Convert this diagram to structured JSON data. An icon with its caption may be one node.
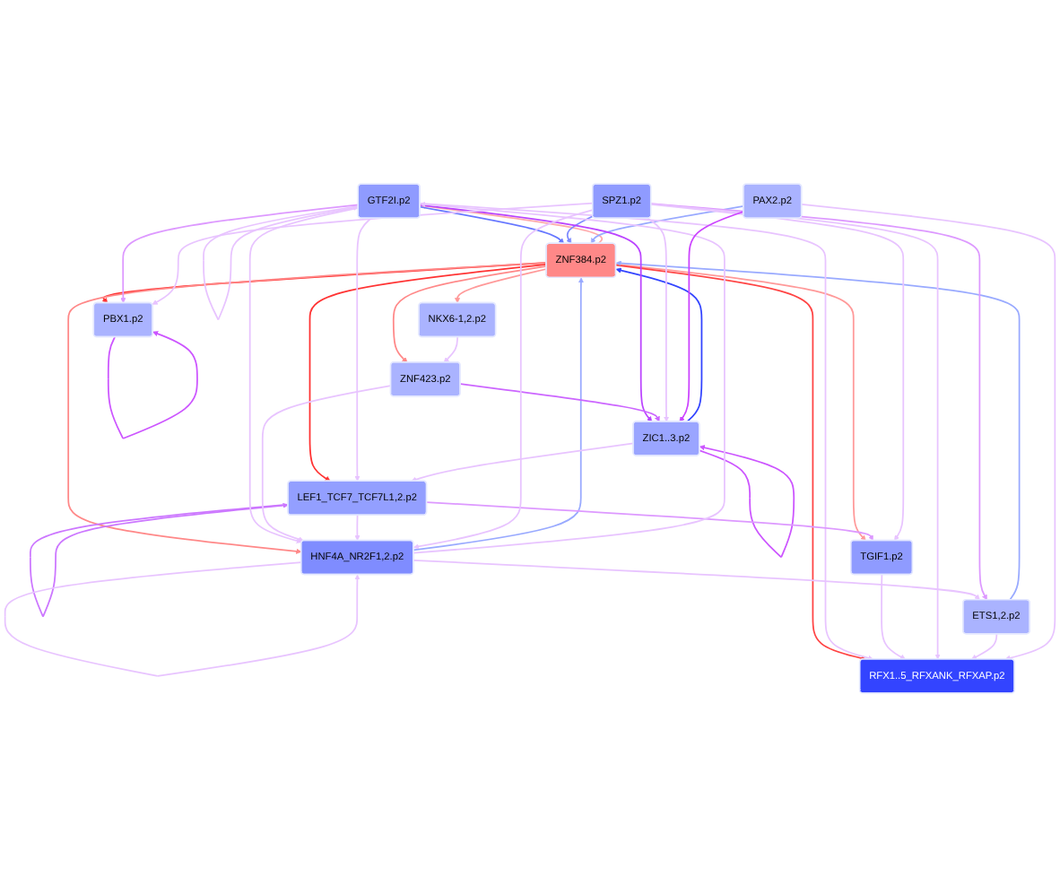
{
  "diagram": {
    "nodes": [
      {
        "text": [
          "GTF2I.p2"
        ]
      },
      {
        "text": [
          "ZNF423.p2"
        ]
      },
      {
        "text": [
          "PBX1.p2"
        ]
      },
      {
        "text": [
          "LEF1_TCF7_TCF7L1,2.p2"
        ]
      },
      {
        "text": [
          "TGIF1.p2"
        ]
      },
      {
        "text": [
          "RFX1..5_RFXANK_RFXAP.p2"
        ]
      },
      {
        "text": [
          "ZNF384.p2"
        ]
      },
      {
        "text": [
          "NKX6-1,2.p2"
        ]
      },
      {
        "text": [
          "PAX2.p2"
        ]
      },
      {
        "text": [
          "HNF4A_NR2F1,2.p2"
        ]
      },
      {
        "text": [
          "SPZ1.p2"
        ]
      },
      {
        "text": [
          "ETS1,2.p2"
        ]
      },
      {
        "text": [
          "ZIC1..3.p2"
        ]
      }
    ],
    "edges": [
      {
        "from": 6,
        "to": 2,
        "arrow": "to",
        "color": "#ff3333"
      },
      {
        "from": 6,
        "to": 4,
        "arrow": "to",
        "color": "#ff9999"
      },
      {
        "from": 6,
        "to": 7,
        "arrow": "to",
        "color": "#ff9999"
      },
      {
        "from": 6,
        "to": 9,
        "arrow": "to",
        "color": "#ff8888"
      },
      {
        "from": 6,
        "to": 3,
        "arrow": "to",
        "color": "#ff3333"
      },
      {
        "from": 6,
        "to": 5,
        "arrow": "to",
        "color": "#ff4444"
      },
      {
        "from": 6,
        "to": 1,
        "arrow": "to",
        "color": "#ff8888"
      },
      {
        "from": 6,
        "to": 0,
        "arrow": "to",
        "color": "#ffaaaa"
      },
      {
        "from": 0,
        "to": 6,
        "arrow": "to",
        "color": "#6677ff"
      },
      {
        "from": 9,
        "to": 6,
        "arrow": "to",
        "color": "#99aaff"
      },
      {
        "from": 11,
        "to": 6,
        "arrow": "to",
        "color": "#99aaff"
      },
      {
        "from": 12,
        "to": 6,
        "arrow": "to",
        "color": "#3344ff"
      },
      {
        "from": 10,
        "to": 6,
        "arrow": "to",
        "color": "#7f8cff"
      },
      {
        "from": 8,
        "to": 6,
        "arrow": "to",
        "color": "#99aaff"
      },
      {
        "from": 0,
        "to": 0,
        "arrow": "to"
      },
      {
        "from": 2,
        "to": 2,
        "arrow": "to",
        "color": "#cc55ff"
      },
      {
        "from": 3,
        "to": 3,
        "arrow": "to",
        "color": "#cc77ff"
      },
      {
        "from": 9,
        "to": 9,
        "arrow": "to"
      },
      {
        "from": 12,
        "to": 12,
        "arrow": "to",
        "color": "#cc55ff"
      },
      {
        "from": 0,
        "to": 2,
        "arrow": "to",
        "color": "#dd99ff"
      },
      {
        "from": 0,
        "to": 12,
        "arrow": "to",
        "color": "#bb44ff"
      },
      {
        "from": 1,
        "to": 12,
        "arrow": "to",
        "color": "#cc66ff"
      },
      {
        "from": 0,
        "to": 3,
        "arrow": "to"
      },
      {
        "from": 0,
        "to": 5,
        "arrow": "to"
      },
      {
        "from": 3,
        "to": 4,
        "arrow": "to",
        "color": "#dd99ff"
      },
      {
        "from": 4,
        "to": 5,
        "arrow": "to"
      },
      {
        "from": 7,
        "to": 1,
        "arrow": "to"
      },
      {
        "from": 9,
        "to": 0,
        "arrow": "to"
      },
      {
        "from": 0,
        "to": 9,
        "arrow": "to"
      },
      {
        "from": 1,
        "to": 9,
        "arrow": "to"
      },
      {
        "from": 3,
        "to": 9,
        "arrow": "to"
      },
      {
        "from": 10,
        "to": 2,
        "arrow": "to"
      },
      {
        "from": 10,
        "to": 4,
        "arrow": "to"
      },
      {
        "from": 9,
        "to": 11,
        "arrow": "to"
      },
      {
        "from": 10,
        "to": 11,
        "arrow": "to",
        "color": "#dd99ff"
      },
      {
        "from": 10,
        "to": 12,
        "arrow": "to"
      },
      {
        "from": 10,
        "to": 9,
        "arrow": "to"
      },
      {
        "from": 10,
        "to": 5,
        "arrow": "to"
      },
      {
        "from": 12,
        "to": 3,
        "arrow": "to"
      },
      {
        "from": 11,
        "to": 5,
        "arrow": "to"
      },
      {
        "from": 8,
        "to": 5,
        "arrow": "to"
      },
      {
        "from": 8,
        "to": 12,
        "arrow": "to",
        "color": "#cc44ff"
      }
    ]
  }
}
